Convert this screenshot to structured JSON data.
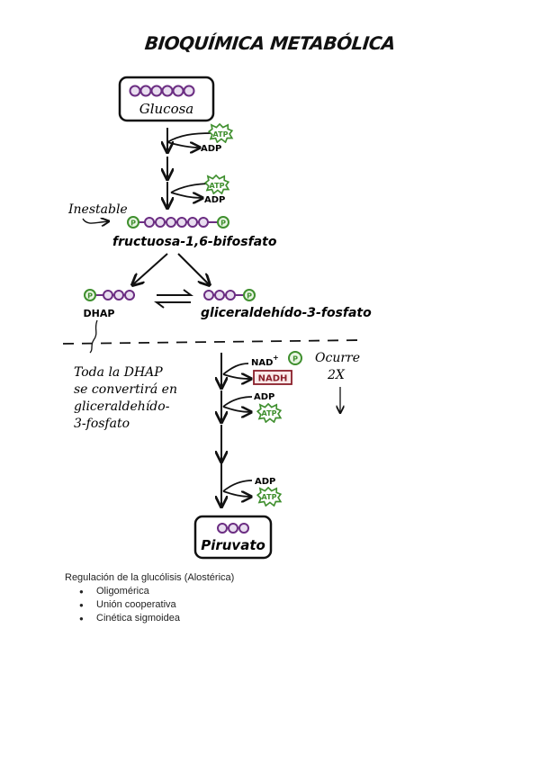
{
  "title": "BIOQUÍMICA METABÓLICA",
  "diagram": {
    "glucose": "Glucosa",
    "atp": "ATP",
    "adp": "ADP",
    "unstable": "Inestable",
    "fructose": "fructuosa-1,6-bifosfato",
    "phosphate": "P",
    "dhap": "DHAP",
    "g3p": "gliceraldehído-3-fosfato",
    "note": [
      "Toda la DHAP",
      "se convertirá en",
      "gliceraldehído-",
      "3-fosfato"
    ],
    "nad": "NAD",
    "nad_sup": "+",
    "nadh": "NADH",
    "occurs": [
      "Ocurre",
      "2X"
    ],
    "pyruvate": "Piruvato"
  },
  "regulation": {
    "heading": "Regulación de la glucólisis (Alostérica)",
    "items": [
      "Oligomérica",
      "Unión cooperativa",
      "Cinética sigmoidea"
    ]
  },
  "colors": {
    "carbon": "#6b2d82",
    "phosphate": "#3f8f2e",
    "nadh_box": "#8a1f2a",
    "ink": "#111111"
  }
}
